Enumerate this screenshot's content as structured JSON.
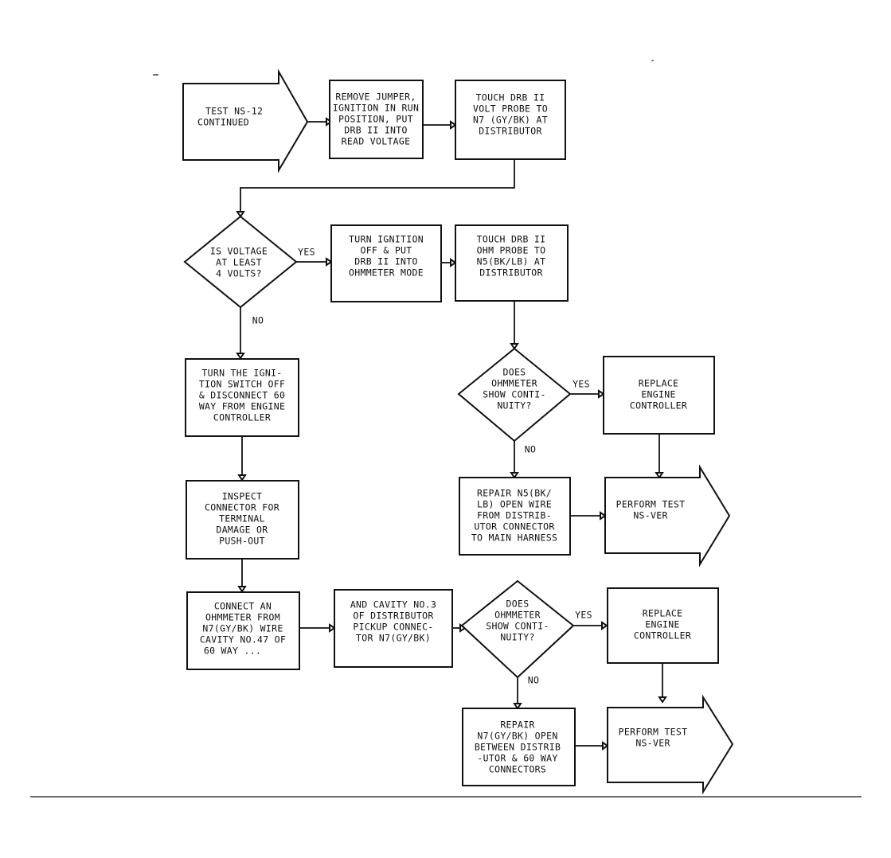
{
  "nodes": {
    "start": {
      "lines": [
        "TEST NS-12",
        "CONTINUED"
      ]
    },
    "remove_jumper": {
      "lines": [
        "REMOVE JUMPER,",
        "IGNITION IN RUN",
        "POSITION, PUT",
        "DRB II INTO",
        "READ VOLTAGE"
      ]
    },
    "touch_volt": {
      "lines": [
        "TOUCH DRB II",
        "VOLT PROBE TO",
        "N7 (GY/BK) AT",
        "DISTRIBUTOR"
      ]
    },
    "voltage_q": {
      "lines": [
        "IS VOLTAGE",
        "AT LEAST",
        "4 VOLTS?"
      ]
    },
    "turn_ign_off": {
      "lines": [
        "TURN IGNITION",
        "OFF & PUT",
        "DRB II INTO",
        "OHMMETER MODE"
      ]
    },
    "touch_ohm": {
      "lines": [
        "TOUCH DRB II",
        "OHM PROBE TO",
        "N5(BK/LB) AT",
        "DISTRIBUTOR"
      ]
    },
    "turn_switch_off": {
      "lines": [
        "TURN THE IGNI-",
        "TION SWITCH OFF",
        "& DISCONNECT 60",
        "WAY FROM ENGINE",
        "CONTROLLER"
      ]
    },
    "continuity_q1": {
      "lines": [
        "DOES",
        "OHMMETER",
        "SHOW CONTI-",
        "NUITY?"
      ]
    },
    "replace_1": {
      "lines": [
        "REPLACE",
        "ENGINE",
        "CONTROLLER"
      ]
    },
    "inspect": {
      "lines": [
        "INSPECT",
        "CONNECTOR FOR",
        "TERMINAL",
        "DAMAGE OR",
        "PUSH-OUT"
      ]
    },
    "repair_n5": {
      "lines": [
        "REPAIR N5(BK/",
        "LB) OPEN WIRE",
        "FROM DISTRIB-",
        "UTOR CONNECTOR",
        "TO MAIN HARNESS"
      ]
    },
    "perform_1": {
      "lines": [
        "PERFORM TEST",
        "NS-VER"
      ]
    },
    "connect_ohm": {
      "lines": [
        "CONNECT AN",
        "OHMMETER FROM",
        "N7(GY/BK) WIRE",
        "CAVITY NO.47 OF",
        "60 WAY ..."
      ]
    },
    "cavity3": {
      "lines": [
        "AND CAVITY NO.3",
        "OF DISTRIBUTOR",
        "PICKUP CONNEC-",
        "TOR N7(GY/BK)"
      ]
    },
    "continuity_q2": {
      "lines": [
        "DOES",
        "OHMMETER",
        "SHOW CONTI-",
        "NUITY?"
      ]
    },
    "replace_2": {
      "lines": [
        "REPLACE",
        "ENGINE",
        "CONTROLLER"
      ]
    },
    "repair_n7": {
      "lines": [
        "REPAIR",
        "N7(GY/BK) OPEN",
        "BETWEEN DISTRIB",
        "-UTOR & 60 WAY",
        "CONNECTORS"
      ]
    },
    "perform_2": {
      "lines": [
        "PERFORM TEST",
        "NS-VER"
      ]
    }
  },
  "labels": {
    "yes_voltage": "YES",
    "no_voltage": "NO",
    "yes_cont1": "YES",
    "no_cont1": "NO",
    "yes_cont2": "YES",
    "no_cont2": "NO"
  }
}
